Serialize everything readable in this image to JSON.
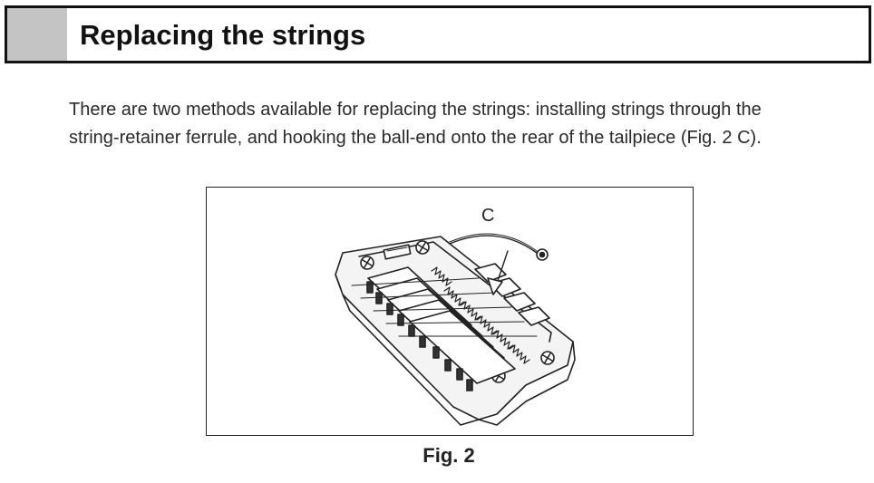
{
  "section": {
    "title": "Replacing the strings"
  },
  "body": {
    "line1": "There are two methods available for replacing the strings: installing strings through the",
    "line2": "string-retainer ferrule, and hooking the ball-end onto the rear of the tailpiece (Fig. 2 C)."
  },
  "figure": {
    "label": "C",
    "caption": "Fig. 2",
    "illustration_icon": "bass-bridge-illustration"
  }
}
